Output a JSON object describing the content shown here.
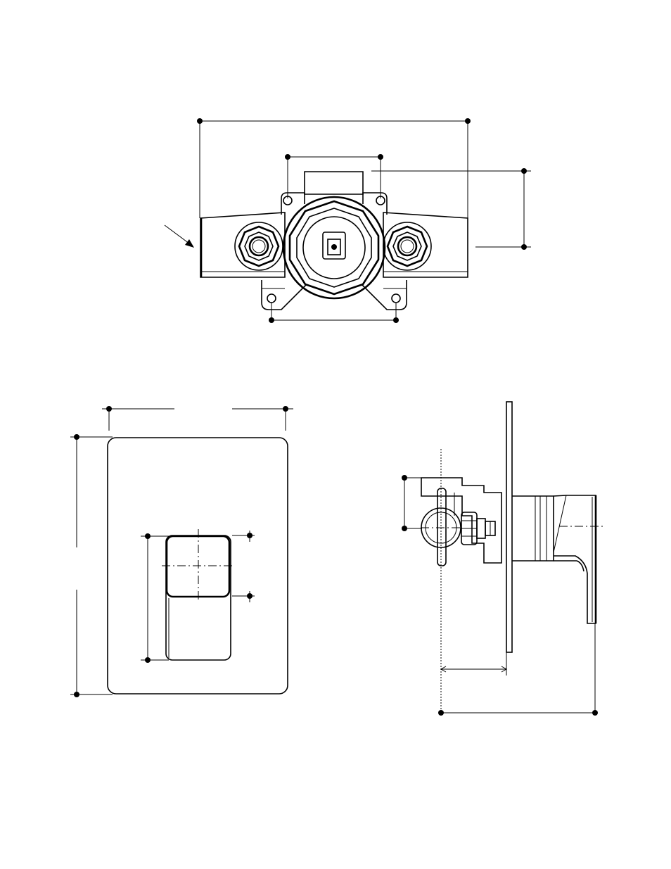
{
  "drawing": {
    "line_color": "#000000",
    "background": "#ffffff",
    "views": [
      "rough-in-valve-front",
      "trim-plate-front",
      "side-profile"
    ]
  }
}
